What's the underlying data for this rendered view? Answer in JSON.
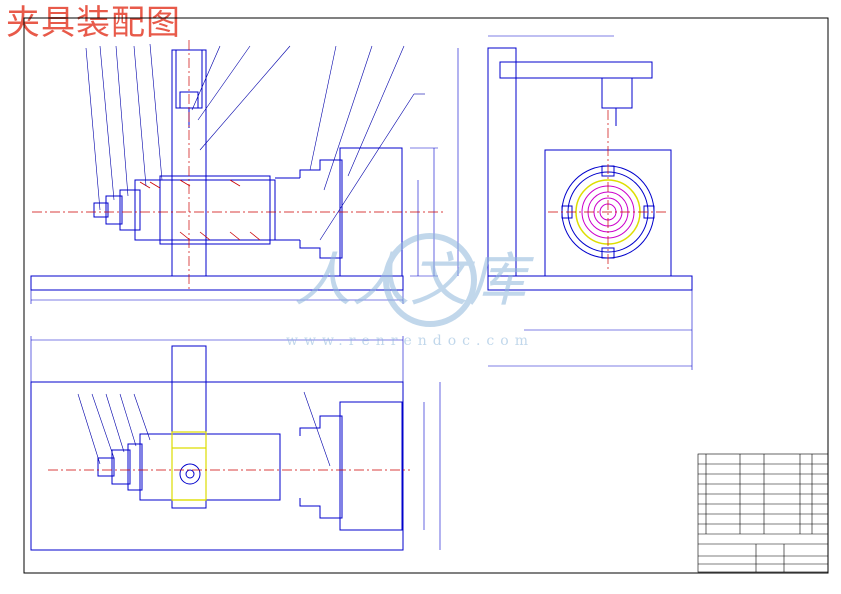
{
  "page_title": "夹具装配图",
  "watermark": {
    "text": "人人文库",
    "url": "www.renrendoc.com",
    "color": "#8fb8dc"
  },
  "colors": {
    "outline": "#0000cc",
    "centerline": "#cc0000",
    "leader": "#0000aa",
    "part": "#cc00cc",
    "highlight": "#dddd00",
    "title": "#e85a4a"
  }
}
